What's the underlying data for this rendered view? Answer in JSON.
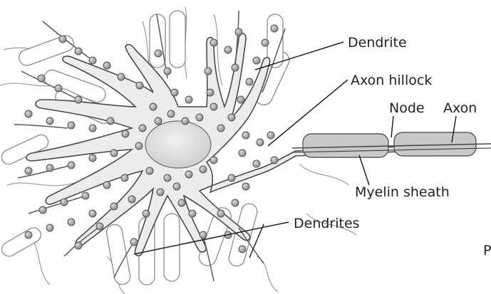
{
  "labels": {
    "dendrite": "Dendrite",
    "axon_hillock": "Axon hillock",
    "node": "Node",
    "axon": "Axon",
    "myelin_sheath": "Myelin sheath",
    "dendrites": "Dendrites",
    "cropped_letter": "P"
  },
  "colors": {
    "cell_fill": "#ececec",
    "nucleus_fill": "#d9d9d9",
    "outline": "#4a4a4a",
    "myelin_fill": "#c9c9c9",
    "bouton_fill": "#a6a6a6",
    "leader_line": "#222222"
  }
}
